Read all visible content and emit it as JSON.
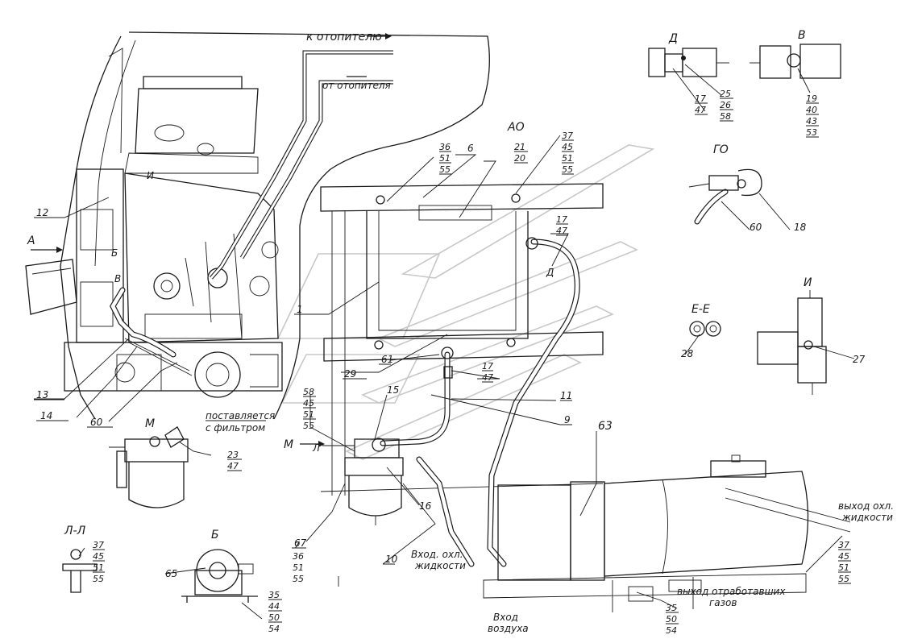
{
  "notes": {
    "to_heater": "к отопителю",
    "from_heater": "от отопителя",
    "supplied_with_filter_1": "поставляется",
    "supplied_with_filter_2": "с фильтром",
    "coolant_in_1": "Вход. охл.",
    "coolant_in_2": "жидкости",
    "coolant_out_1": "выход охл.",
    "coolant_out_2": "жидкости",
    "air_in_1": "Вход",
    "air_in_2": "воздуха",
    "exhaust_out_1": "выход отработавших",
    "exhaust_out_2": "газов"
  },
  "views": {
    "D": "Д",
    "V": "В",
    "AO": "АО",
    "GO": "ГО",
    "EE": "Е-Е",
    "I": "И",
    "M": "М",
    "LL": "Л-Л",
    "B": "Б",
    "A_arrow": "А",
    "M_arrow": "М"
  },
  "view_marks": {
    "I": "И",
    "B": "Б",
    "V": "В",
    "D": "Д",
    "L": "Л"
  },
  "callouts": {
    "c1": "1",
    "c6": "6",
    "c9": "9",
    "c10": "10",
    "c11": "11",
    "c12": "12",
    "c13": "13",
    "c14": "14",
    "c15": "15",
    "c16": "16",
    "c18": "18",
    "c27": "27",
    "c28": "28",
    "c29": "29",
    "c60a": "60",
    "c60b": "60",
    "c61": "61",
    "c63": "63",
    "c65": "65",
    "c67": "67"
  },
  "stacks": {
    "s36": [
      "36",
      "51",
      "55"
    ],
    "s21": [
      "21",
      "20"
    ],
    "s37_top": [
      "37",
      "45",
      "51",
      "55"
    ],
    "s17_top": [
      "17",
      "47"
    ],
    "s17_mid": [
      "17",
      "47"
    ],
    "s58": [
      "58",
      "45",
      "51",
      "55"
    ],
    "s7": [
      "7",
      "36",
      "51",
      "55"
    ],
    "s23": [
      "23",
      "47"
    ],
    "s37_ll": [
      "37",
      "45",
      "51",
      "55"
    ],
    "s35_b": [
      "35",
      "44",
      "50",
      "54"
    ],
    "s35_bot": [
      "35",
      "50",
      "54"
    ],
    "s37_right": [
      "37",
      "45",
      "51",
      "55"
    ],
    "s17_d": [
      "17",
      "47"
    ],
    "s25_d": [
      "25",
      "26",
      "58"
    ],
    "s19_v": [
      "19",
      "40",
      "43",
      "53"
    ]
  }
}
